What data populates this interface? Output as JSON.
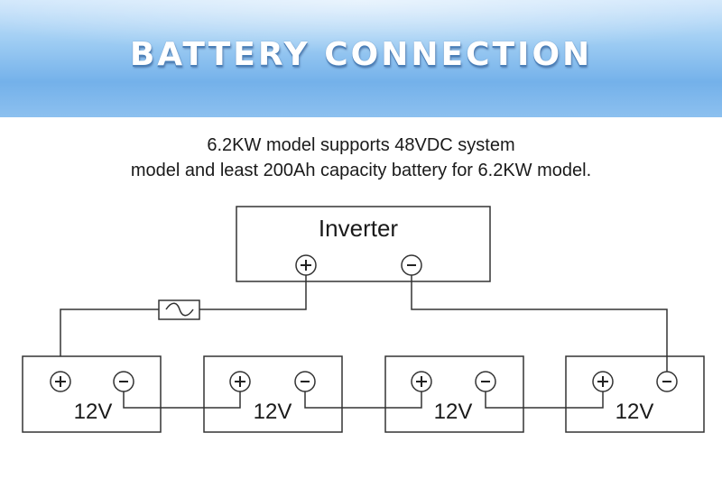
{
  "banner": {
    "title": "BATTERY CONNECTION"
  },
  "description": {
    "line1": "6.2KW model supports 48VDC system",
    "line2": "model and least 200Ah capacity battery for 6.2KW model."
  },
  "inverter": {
    "label": "Inverter",
    "positive_symbol": "+",
    "negative_symbol": "-"
  },
  "batteries": [
    {
      "label": "12V",
      "positive_symbol": "+",
      "negative_symbol": "-"
    },
    {
      "label": "12V",
      "positive_symbol": "+",
      "negative_symbol": "-"
    },
    {
      "label": "12V",
      "positive_symbol": "+",
      "negative_symbol": "-"
    },
    {
      "label": "12V",
      "positive_symbol": "+",
      "negative_symbol": "-"
    }
  ],
  "fuse_icon": "fuse-icon",
  "colors": {
    "banner_top": "#cfe6fb",
    "banner_bottom": "#74b1ea",
    "line": "#333333"
  }
}
